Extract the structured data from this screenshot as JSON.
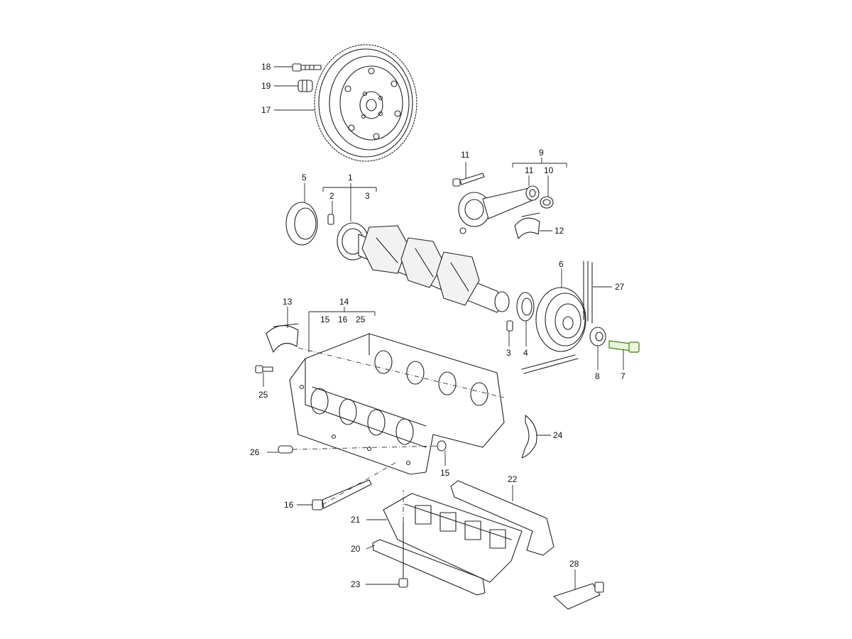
{
  "callouts": [
    {
      "id": "c1",
      "text": "1"
    },
    {
      "id": "c2",
      "text": "2"
    },
    {
      "id": "c3a",
      "text": "3"
    },
    {
      "id": "c3b",
      "text": "3"
    },
    {
      "id": "c4",
      "text": "4"
    },
    {
      "id": "c5",
      "text": "5"
    },
    {
      "id": "c6",
      "text": "6"
    },
    {
      "id": "c7",
      "text": "7"
    },
    {
      "id": "c8",
      "text": "8"
    },
    {
      "id": "c9",
      "text": "9"
    },
    {
      "id": "c10",
      "text": "10"
    },
    {
      "id": "c11a",
      "text": "11"
    },
    {
      "id": "c11b",
      "text": "11"
    },
    {
      "id": "c12",
      "text": "12"
    },
    {
      "id": "c13",
      "text": "13"
    },
    {
      "id": "c14",
      "text": "14"
    },
    {
      "id": "c15a",
      "text": "15"
    },
    {
      "id": "c15b",
      "text": "15"
    },
    {
      "id": "c16a",
      "text": "16"
    },
    {
      "id": "c16b",
      "text": "16"
    },
    {
      "id": "c17",
      "text": "17"
    },
    {
      "id": "c18",
      "text": "18"
    },
    {
      "id": "c19",
      "text": "19"
    },
    {
      "id": "c20",
      "text": "20"
    },
    {
      "id": "c21",
      "text": "21"
    },
    {
      "id": "c22",
      "text": "22"
    },
    {
      "id": "c23",
      "text": "23"
    },
    {
      "id": "c24",
      "text": "24"
    },
    {
      "id": "c25a",
      "text": "25"
    },
    {
      "id": "c25b",
      "text": "25"
    },
    {
      "id": "c26",
      "text": "26"
    },
    {
      "id": "c27",
      "text": "27"
    },
    {
      "id": "c28",
      "text": "28"
    }
  ],
  "colors": {
    "line": "#222222",
    "background": "#ffffff",
    "highlight": "#3d7a1a"
  }
}
